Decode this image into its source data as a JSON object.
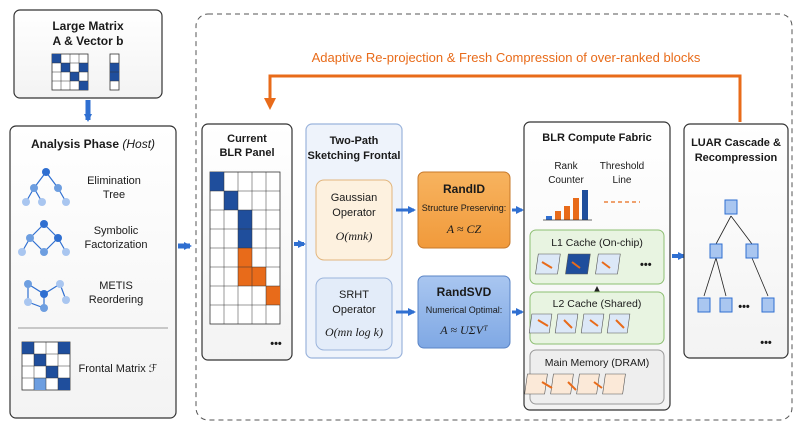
{
  "input": {
    "title_line1": "Large Matrix",
    "title_line2": "A & Vector b"
  },
  "analysis": {
    "title": "Analysis Phase",
    "title_suffix": "(Host)",
    "items": [
      {
        "line1": "Elimination",
        "line2": "Tree"
      },
      {
        "line1": "Symbolic",
        "line2": "Factorization"
      },
      {
        "line1": "METIS",
        "line2": "Reordering"
      }
    ],
    "frontal_label": "Frontal Matrix ℱ"
  },
  "feedback_label": "Adaptive Re-projection & Fresh Compression of over-ranked blocks",
  "blr_panel": {
    "title_line1": "Current",
    "title_line2": "BLR Panel",
    "more": "•••"
  },
  "sketching": {
    "title_line1": "Two-Path",
    "title_line2": "Sketching Frontal",
    "gaussian": {
      "line1": "Gaussian",
      "line2": "Operator",
      "cost": "O(mnk)"
    },
    "srht": {
      "line1": "SRHT",
      "line2": "Operator",
      "cost": "O(mn log k)"
    }
  },
  "randid": {
    "title": "RandID",
    "subtitle": "Structure Preserving:",
    "formula": "A ≈ CZ"
  },
  "randsvd": {
    "title": "RandSVD",
    "subtitle": "Numerical Optimal:",
    "formula": "A ≈ UΣVᵀ"
  },
  "fabric": {
    "title": "BLR Compute Fabric",
    "rank_label_line1": "Rank",
    "rank_label_line2": "Counter",
    "threshold_label_line1": "Threshold",
    "threshold_label_line2": "Line",
    "l1": "L1 Cache (On-chip)",
    "l2": "L2 Cache (Shared)",
    "mem": "Main Memory (DRAM)",
    "more": "•••"
  },
  "luar": {
    "title_line1": "LUAR Cascade &",
    "title_line2": "Recompression",
    "more": "•••"
  },
  "colors": {
    "blue": "#1f4e9c",
    "orange": "#e86b1a",
    "arrow": "#2f6fd1",
    "panel_border": "#333333"
  }
}
